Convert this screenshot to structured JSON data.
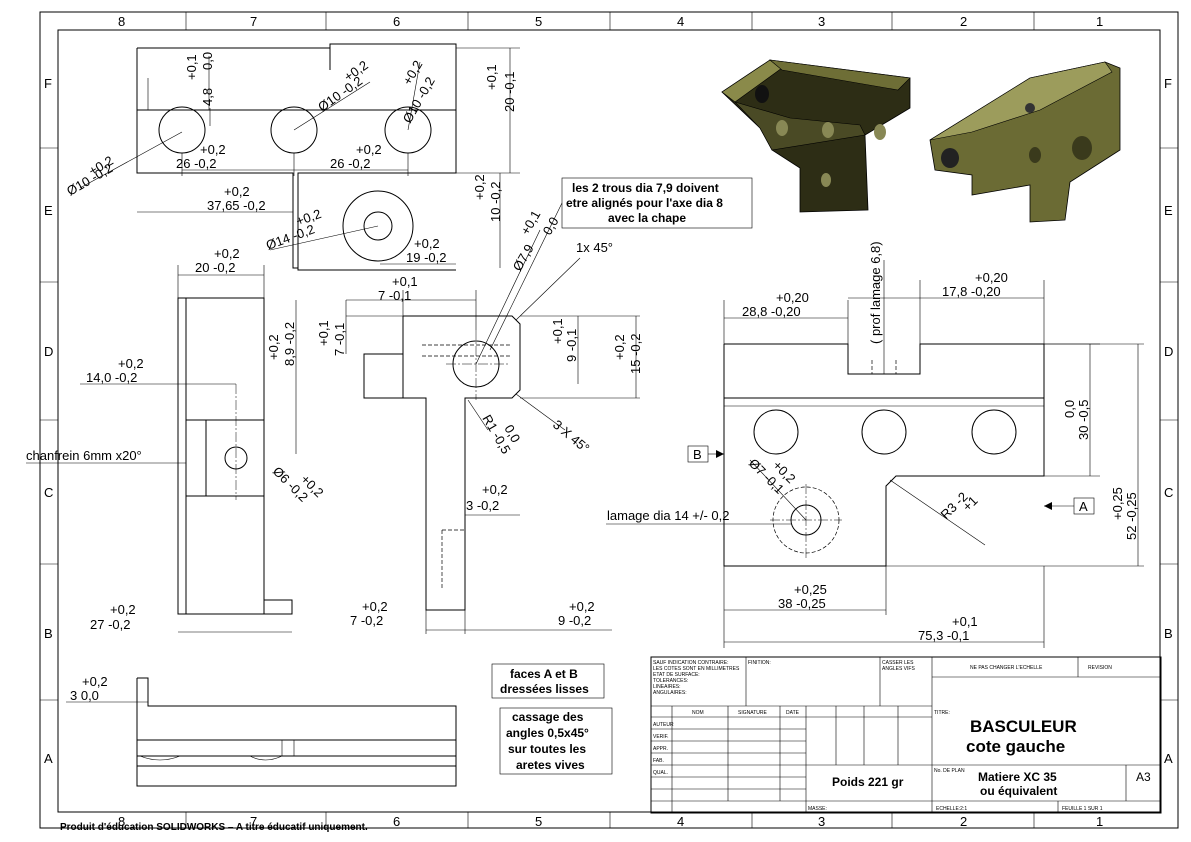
{
  "grid": {
    "columns": [
      "8",
      "7",
      "6",
      "5",
      "4",
      "3",
      "2",
      "1"
    ],
    "rows": [
      "F",
      "E",
      "D",
      "C",
      "B",
      "A"
    ]
  },
  "top_view": {
    "dim_hole1": "Ø10 -0,2",
    "dim_hole1_tol": "+0,2",
    "dim_hole2": "Ø10 -0,2",
    "dim_hole2_tol": "+0,2",
    "dim_hole3": "Ø10 -0,2",
    "dim_hole3_tol": "+0,2",
    "dim_48": "4,8",
    "dim_48_tol1": "+0,1",
    "dim_48_tol2": "0,0",
    "dim_20": "20 -0,1",
    "dim_20_tol": "+0,1",
    "dim_26a": "26 -0,2",
    "dim_26a_tol": "+0,2",
    "dim_26b": "26 -0,2",
    "dim_26b_tol": "+0,2",
    "dim_3765": "37,65 -0,2",
    "dim_3765_tol": "+0,2",
    "dim_10": "10 -0,2",
    "dim_10_tol": "+0,2",
    "dim_14": "Ø14 -0,2",
    "dim_14_tol": "+0,2",
    "dim_19": "19 -0,2",
    "dim_19_tol": "+0,2"
  },
  "note_holes": [
    "les 2 trous dia 7,9  doivent",
    "etre alignés pour l'axe dia 8",
    "avec la chape"
  ],
  "left_view": {
    "dim_20": "20 -0,2",
    "dim_20_tol": "+0,2",
    "dim_140": "14,0 -0,2",
    "dim_140_tol": "+0,2",
    "dim_89": "8,9 -0,2",
    "dim_89_tol": "+0,2",
    "chamfer": "chanfrein 6mm x20°",
    "dim_6": "Ø6 -0,2",
    "dim_6_tol": "+0,2",
    "dim_27": "27 -0,2",
    "dim_27_tol": "+0,2"
  },
  "mid_view": {
    "dim_7top": "7 -0,1",
    "dim_7top_tol": "+0,1",
    "dim_79": "Ø7,9",
    "dim_79_tol1": "+0,1",
    "dim_79_tol2": "0,0",
    "chamfer1": "1x 45°",
    "dim_7side": "7 -0,1",
    "dim_7side_tol": "+0,1",
    "dim_9": "9 -0,1",
    "dim_9_tol": "+0,1",
    "dim_15": "15 -0,2",
    "dim_15_tol": "+0,2",
    "radius": "R1 -0,5",
    "radius_tol": "0,0",
    "chamfer3": "3 X 45°",
    "dim_3": "3 -0,2",
    "dim_3_tol": "+0,2",
    "dim_7bot": "7 -0,2",
    "dim_7bot_tol": "+0,2",
    "dim_9bot": "9 -0,2",
    "dim_9bot_tol": "+0,2"
  },
  "right_view": {
    "prof": "( prof lamage 6,8)",
    "dim_288": "28,8 -0,20",
    "dim_288_tol": "+0,20",
    "dim_178": "17,8 -0,20",
    "dim_178_tol": "+0,20",
    "dim_30": "30 -0,5",
    "dim_30_tol": "0,0",
    "dim_52": "52 -0,25",
    "dim_52_tol": "+0,25",
    "dim_7": "Ø7 -0,1",
    "dim_7_tol": "+0,2",
    "radius": "R3 -2",
    "radius_tol": "+1",
    "lamage": "lamage dia 14 +/- 0,2",
    "dim_38": "38 -0,25",
    "dim_38_tol": "+0,25",
    "dim_753": "75,3 -0,1",
    "dim_753_tol": "+0,1",
    "datum_a": "A",
    "datum_b": "B"
  },
  "bottom_view": {
    "dim_3": "3  0,0",
    "dim_3_tol": "+0,2"
  },
  "notes": {
    "faces": [
      "faces A et B",
      "dressées lisses"
    ],
    "cassage": [
      "cassage des",
      "angles 0,5x45°",
      "sur toutes les",
      "aretes vives"
    ]
  },
  "title_block": {
    "sauf": [
      "SAUF INDICATION CONTRAIRE:",
      "LES COTES SONT EN MILLIMETRES",
      "ETAT DE SURFACE:",
      "TOLERANCES:",
      "  LINEAIRES:",
      "  ANGULAIRES:"
    ],
    "finition": "FINITION:",
    "casser": [
      "CASSER LES",
      "ANGLES VIFS"
    ],
    "ne_pas": "NE PAS CHANGER L'ECHELLE",
    "revision": "REVISION",
    "nom": "NOM",
    "signature": "SIGNATURE",
    "date": "DATE",
    "rows": [
      "AUTEUR",
      "VERIF.",
      "APPR.",
      "FAB.",
      "QUAL."
    ],
    "titre": "TITRE:",
    "title1": "BASCULEUR",
    "title2": "cote gauche",
    "poids": "Poids 221 gr",
    "no_plan": "No. DE PLAN",
    "matiere1": "Matiere XC 35",
    "matiere2": "ou équivalent",
    "format": "A3",
    "masse": "MASSE:",
    "echelle": "ECHELLE:2:1",
    "feuille": "FEUILLE 1 SUR 1"
  },
  "footer": "Produit d'éducation SOLIDWORKS – A titre éducatif uniquement."
}
